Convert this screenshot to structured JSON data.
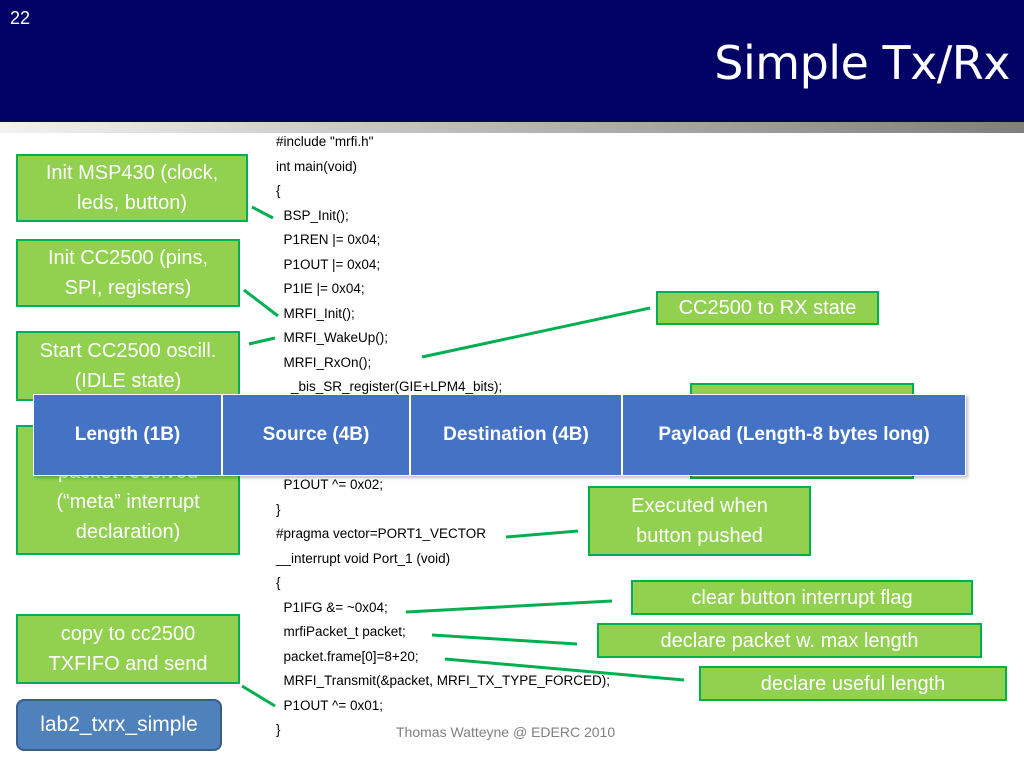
{
  "slide": {
    "number": "22",
    "title": "Simple Tx/Rx",
    "footer": "Thomas Watteyne @ EDERC 2010"
  },
  "code_lines": [
    "#include \"mrfi.h\"",
    "int main(void)",
    "{",
    "  BSP_Init();",
    "  P1REN |= 0x04;",
    "  P1OUT |= 0x04;",
    "  P1IE |= 0x04;",
    "  MRFI_Init();",
    "  MRFI_WakeUp();",
    "  MRFI_RxOn();",
    "    _bis_SR_register(GIE+LPM4_bits);",
    "",
    "",
    "",
    "  P1OUT ^= 0x02;",
    "}",
    "#pragma vector=PORT1_VECTOR",
    "__interrupt void Port_1 (void)",
    "{",
    "  P1IFG &= ~0x04;",
    "  mrfiPacket_t packet;",
    "  packet.frame[0]=8+20;",
    "  MRFI_Transmit(&packet, MRFI_TX_TYPE_FORCED);",
    "  P1OUT ^= 0x01;",
    "}"
  ],
  "callouts": {
    "init_msp430": "Init MSP430 (clock,\nleds, button)",
    "init_cc2500": "Init CC2500 (pins,\nSPI, registers)",
    "start_oscill": "Start CC2500 oscill.\n(IDLE state)",
    "packet_received": "packet received\n(“meta” interrupt\ndeclaration)",
    "copy_txfifo": "copy to cc2500\nTXFIFO and send",
    "rx_state": "CC2500 to RX state",
    "executed_when": "Executed when\nbutton pushed",
    "clear_flag": "clear button interrupt flag",
    "declare_packet": "declare packet w. max length",
    "declare_useful": "declare useful length"
  },
  "frame_format": {
    "fields": [
      "Length (1B)",
      "Source (4B)",
      "Destination (4B)",
      "Payload (Length-8 bytes long)"
    ]
  },
  "lab_button": "lab2_txrx_simple",
  "colors": {
    "header": "#010166",
    "callout_fill": "#92d050",
    "callout_border": "#00b050",
    "table_fill": "#4472c4",
    "lab_button": "#4f81bd"
  }
}
